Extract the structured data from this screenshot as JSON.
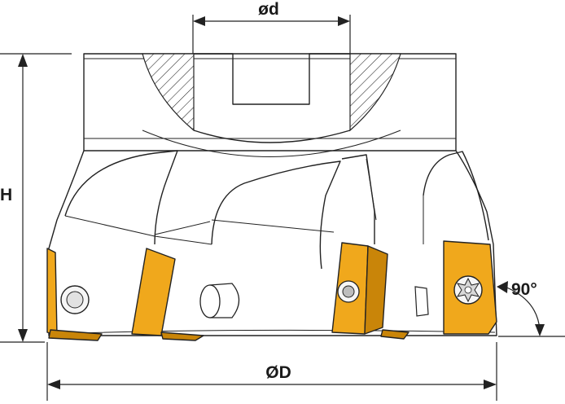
{
  "labels": {
    "bore_diameter": "ød",
    "cutter_diameter": "ØD",
    "height": "H",
    "angle": "90°"
  },
  "colors": {
    "insert": "#f0a81c",
    "insert_shadow": "#c98509",
    "line": "#222222",
    "background": "#ffffff"
  }
}
